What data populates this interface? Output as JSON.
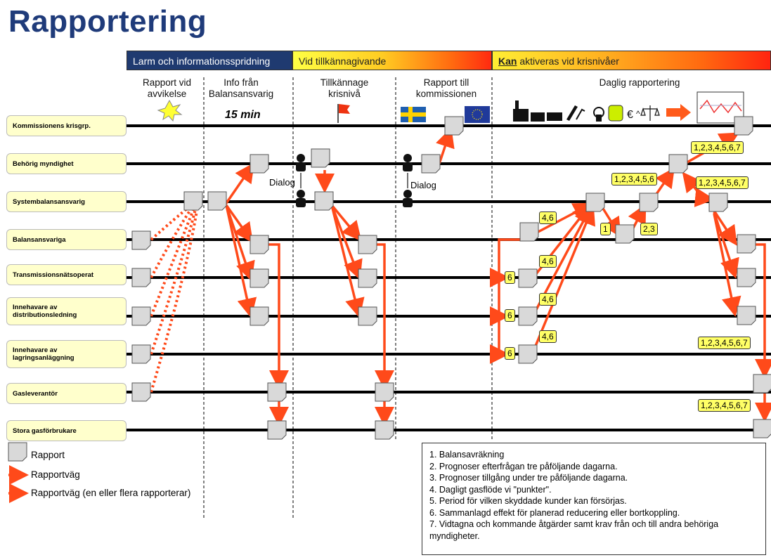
{
  "title": "Rapportering",
  "bands": {
    "band1": "Larm och informationsspridning",
    "band2": "Vid tillkännagivande",
    "band3_bold": "Kan",
    "band3_rest": " aktiveras vid krisnivåer"
  },
  "phases": {
    "p1_line1": "Rapport vid",
    "p1_line2": "avvikelse",
    "p2_line1": "Info från",
    "p2_line2": "Balansansvarig",
    "p3_line1": "Tillkännage",
    "p3_line2": "krisnivå",
    "p4_line1": "Rapport till",
    "p4_line2": "kommissionen",
    "p5": "Daglig rapportering",
    "min15": "15 min"
  },
  "lanes": [
    {
      "line1": "Kommissionens krisgrp.",
      "line2": ""
    },
    {
      "line1": "Behörig myndighet",
      "line2": ""
    },
    {
      "line1": "Systembalansansvarig",
      "line2": ""
    },
    {
      "line1": "Balansansvariga",
      "line2": ""
    },
    {
      "line1": "Transmissionsnätsoperat",
      "line2": ""
    },
    {
      "line1": "Innehavare av",
      "line2": "distributionsledning"
    },
    {
      "line1": "Innehavare av",
      "line2": "lagringsanläggning"
    },
    {
      "line1": "Gasleverantör",
      "line2": ""
    },
    {
      "line1": "Stora gasförbrukare",
      "line2": ""
    }
  ],
  "dialog": "Dialog",
  "tags": {
    "t46": "4,6",
    "t1": "1",
    "t23": "2,3",
    "t6": "6",
    "t12345_6": "1,2,3,4,5,6",
    "t1234567": "1,2,3,4,5,6,7"
  },
  "legend": {
    "rapport": "Rapport",
    "rapportvag": "Rapportväg",
    "rapportvag_multi": "Rapportväg (en eller flera rapporterar)"
  },
  "notes": [
    "1. Balansavräkning",
    "2. Prognoser efterfrågan tre påföljande dagarna.",
    "3. Prognoser tillgång under tre påföljande dagarna.",
    "4. Dagligt gasflöde vi \"punkter\".",
    "5. Period för vilken skyddade kunder kan försörjas.",
    "6. Sammanlagd effekt för planerad reducering eller bortkoppling.",
    "7. Vidtagna och kommande åtgärder samt krav från och till andra behöriga myndigheter."
  ],
  "colors": {
    "arrow": "#ff4a1a",
    "title": "#1f3b7a",
    "lane_fill": "#ffffcc",
    "tag_fill": "#ffff66",
    "band1": "#1f3a70"
  }
}
